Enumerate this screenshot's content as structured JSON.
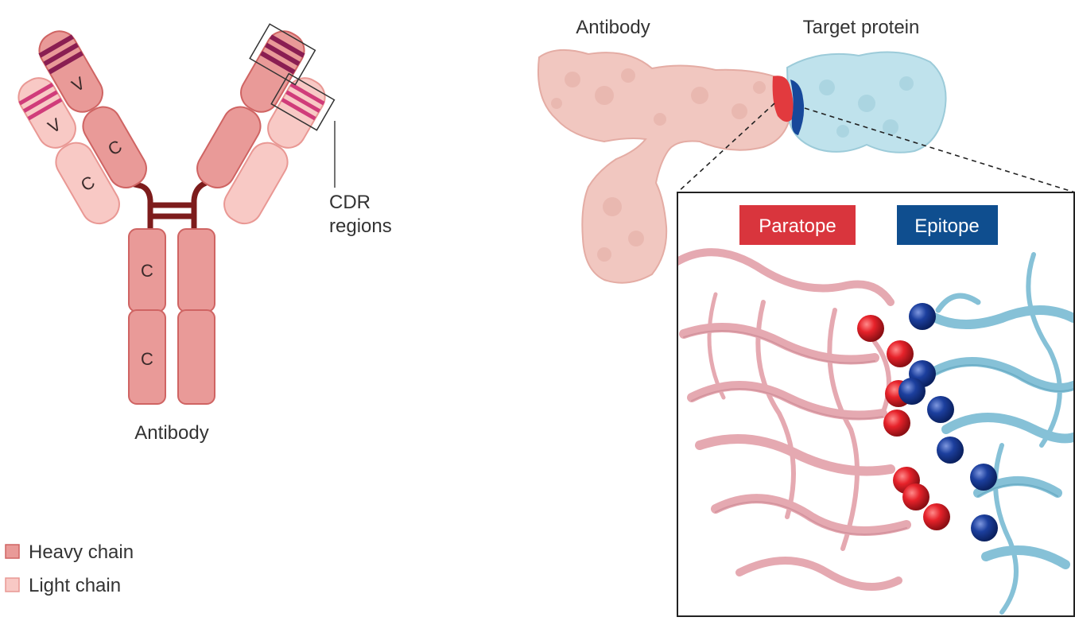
{
  "colors": {
    "heavy_fill": "#e99a98",
    "heavy_stroke": "#cf6463",
    "light_fill": "#f8c9c5",
    "light_stroke": "#e99894",
    "hinge": "#7d1c1c",
    "cdr_heavy": "#8a1e52",
    "cdr_light": "#d03c7a",
    "paratope": "#e23a3e",
    "epitope": "#17489a",
    "antibody_surface": "#f1c7c0",
    "target_surface": "#bfe2ec",
    "ribbon_antibody": "#e5a9b1",
    "ribbon_target": "#86c1d7",
    "tag_paratope_bg": "#d9353d",
    "tag_epitope_bg": "#0f4e8f"
  },
  "schematic": {
    "segment_v": "V",
    "segment_c": "C",
    "cdr_label_line1": "CDR",
    "cdr_label_line2": "regions",
    "caption": "Antibody"
  },
  "legend": {
    "heavy": "Heavy chain",
    "light": "Light chain"
  },
  "structure": {
    "antibody_label": "Antibody",
    "target_label": "Target protein"
  },
  "inset": {
    "paratope_tag": "Paratope",
    "epitope_tag": "Epitope"
  }
}
